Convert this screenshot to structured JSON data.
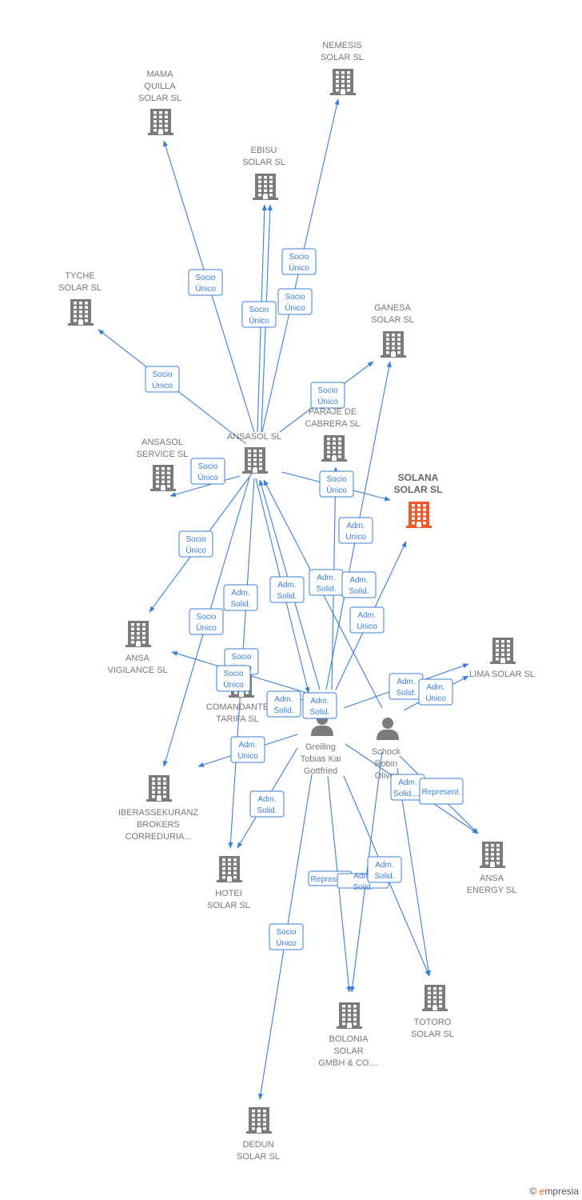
{
  "colors": {
    "edge": "#3a7fd8",
    "company": "#7b7b7b",
    "focus_company": "#f05a28",
    "person": "#7b7b7b"
  },
  "nodes": [
    {
      "id": "nemesis",
      "type": "company",
      "lines": [
        "NEMESIS",
        "SOLAR  SL"
      ]
    },
    {
      "id": "mama",
      "type": "company",
      "lines": [
        "MAMA",
        "QUILLA",
        "SOLAR  SL"
      ]
    },
    {
      "id": "ebisu",
      "type": "company",
      "lines": [
        "EBISU",
        "SOLAR  SL"
      ]
    },
    {
      "id": "tyche",
      "type": "company",
      "lines": [
        "TYCHE",
        "SOLAR  SL"
      ]
    },
    {
      "id": "ganesa",
      "type": "company",
      "lines": [
        "GANESA",
        "SOLAR  SL"
      ]
    },
    {
      "id": "paraje",
      "type": "company",
      "lines": [
        "PARAJE DE",
        "CABRERA SL"
      ]
    },
    {
      "id": "ansasol",
      "type": "company",
      "lines": [
        "ANSASOL SL"
      ]
    },
    {
      "id": "ansasol_service",
      "type": "company",
      "lines": [
        "ANSASOL",
        "SERVICE  SL"
      ]
    },
    {
      "id": "solana",
      "type": "focus",
      "lines": [
        "SOLANA",
        "SOLAR  SL"
      ]
    },
    {
      "id": "vigilance",
      "type": "company",
      "lines": [
        "ANSA",
        "VIGILANCE  SL"
      ]
    },
    {
      "id": "lima",
      "type": "company",
      "lines": [
        "LIMA SOLAR SL"
      ]
    },
    {
      "id": "comandante",
      "type": "company",
      "lines": [
        "COMANDANTE",
        "TARIFA  SL"
      ]
    },
    {
      "id": "greiling",
      "type": "person",
      "lines": [
        "Greiling",
        "Tobias Kai",
        "Gottfried"
      ]
    },
    {
      "id": "schock",
      "type": "person",
      "lines": [
        "Schock",
        "Robin",
        "Oliver"
      ]
    },
    {
      "id": "iberassekuranz",
      "type": "company",
      "lines": [
        "IBERASSEKURANZ",
        "BROKERS",
        "CORREDURIA..."
      ]
    },
    {
      "id": "ansa_energy",
      "type": "company",
      "lines": [
        "ANSA",
        "ENERGY SL"
      ]
    },
    {
      "id": "hotei",
      "type": "company",
      "lines": [
        "HOTEI",
        "SOLAR  SL"
      ]
    },
    {
      "id": "totoro",
      "type": "company",
      "lines": [
        "TOTORO",
        "SOLAR SL"
      ]
    },
    {
      "id": "bolonia",
      "type": "company",
      "lines": [
        "BOLONIA",
        "SOLAR",
        "GMBH & CO...."
      ]
    },
    {
      "id": "dedun",
      "type": "company",
      "lines": [
        "DEDUN",
        "SOLAR  SL"
      ]
    }
  ],
  "relations": [
    {
      "lines": [
        "Socio",
        "Único"
      ]
    },
    {
      "lines": [
        "Socio",
        "Único"
      ]
    },
    {
      "lines": [
        "Socio",
        "Único"
      ]
    },
    {
      "lines": [
        "Socio",
        "Único"
      ]
    },
    {
      "lines": [
        "Socio",
        "Único"
      ]
    },
    {
      "lines": [
        "Socio",
        "Único"
      ]
    },
    {
      "lines": [
        "Socio",
        "Único"
      ]
    },
    {
      "lines": [
        "Socio",
        "Único"
      ]
    },
    {
      "lines": [
        "Socio",
        "Único"
      ]
    },
    {
      "lines": [
        "Socio",
        "Único"
      ]
    },
    {
      "lines": [
        "Socio",
        "Único"
      ]
    },
    {
      "lines": [
        "Socio",
        "Único"
      ]
    },
    {
      "lines": [
        "Adm.",
        "Unico"
      ]
    },
    {
      "lines": [
        "Adm.",
        "Solid."
      ]
    },
    {
      "lines": [
        "Adm.",
        "Solid."
      ]
    },
    {
      "lines": [
        "Adm.",
        "Solid."
      ]
    },
    {
      "lines": [
        "Adm.",
        "Solid."
      ]
    },
    {
      "lines": [
        "Adm.",
        "Unico"
      ]
    },
    {
      "lines": [
        "Adm.",
        "Solid."
      ]
    },
    {
      "lines": [
        "Adm.",
        "Solid."
      ]
    },
    {
      "lines": [
        "Adm.",
        "Solid."
      ]
    },
    {
      "lines": [
        "Adm.",
        "Unico"
      ]
    },
    {
      "lines": [
        "Adm.",
        "Unico"
      ]
    },
    {
      "lines": [
        "Adm.",
        "Solid."
      ]
    },
    {
      "lines": [
        "Adm.",
        "Solid.,..."
      ]
    },
    {
      "lines": [
        "Represent."
      ]
    },
    {
      "lines": [
        "Represent."
      ]
    },
    {
      "lines": [
        "Adm.",
        "Solid."
      ]
    },
    {
      "lines": [
        "Adm.",
        "Solid."
      ]
    },
    {
      "lines": [
        "Socio",
        "Único"
      ]
    }
  ],
  "brand": {
    "copyright": "©",
    "name_initial": "e",
    "name_rest": "mpresia"
  }
}
